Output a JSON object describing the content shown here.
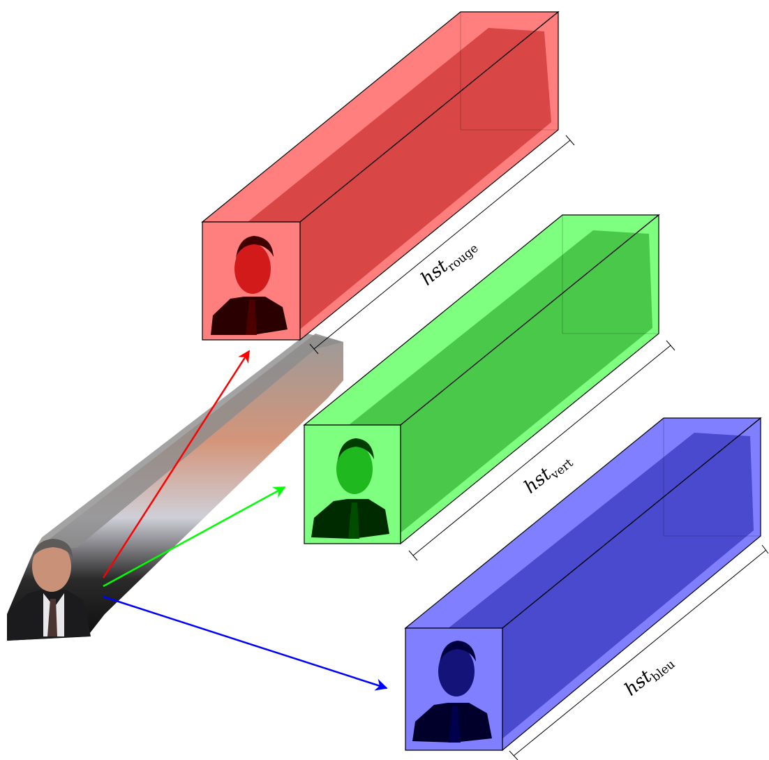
{
  "diagram": {
    "source_volume": {
      "name": "color-video-volume"
    },
    "channels": [
      {
        "id": "rouge",
        "label_main": "hst",
        "label_sub": "rouge",
        "color": "#ff0000",
        "fill": "#ff7f7f",
        "dark": "#b81818",
        "arrow_color": "#ff0000"
      },
      {
        "id": "vert",
        "label_main": "hst",
        "label_sub": "vert",
        "color": "#00ff00",
        "fill": "#7fff7f",
        "dark": "#1f9a1f",
        "arrow_color": "#00ff00"
      },
      {
        "id": "bleu",
        "label_main": "hst",
        "label_sub": "bleu",
        "color": "#0000ff",
        "fill": "#7f7fff",
        "dark": "#1f1fa8",
        "arrow_color": "#0000ff"
      }
    ]
  }
}
